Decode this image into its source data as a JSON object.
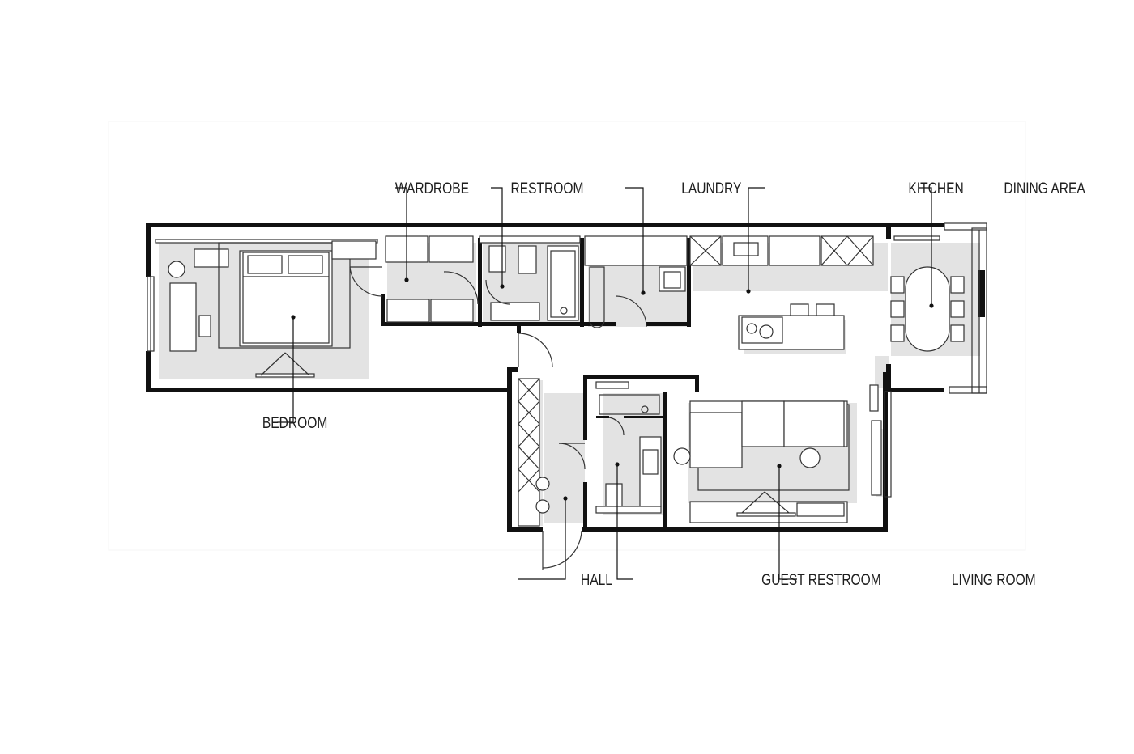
{
  "plan": {
    "rooms": {
      "wardrobe": "WARDROBE",
      "restroom": "RESTROOM",
      "laundry": "LAUNDRY",
      "kitchen": "KITCHEN",
      "dining_area": "DINING AREA",
      "bedroom": "BEDROOM",
      "hall": "HALL",
      "guest_restroom": "GUEST RESTROOM",
      "living_room": "LIVING ROOM"
    },
    "colors": {
      "wall": "#111111",
      "shadow": "#e3e3e3",
      "background": "#ffffff",
      "text": "#1e1e1e"
    }
  }
}
